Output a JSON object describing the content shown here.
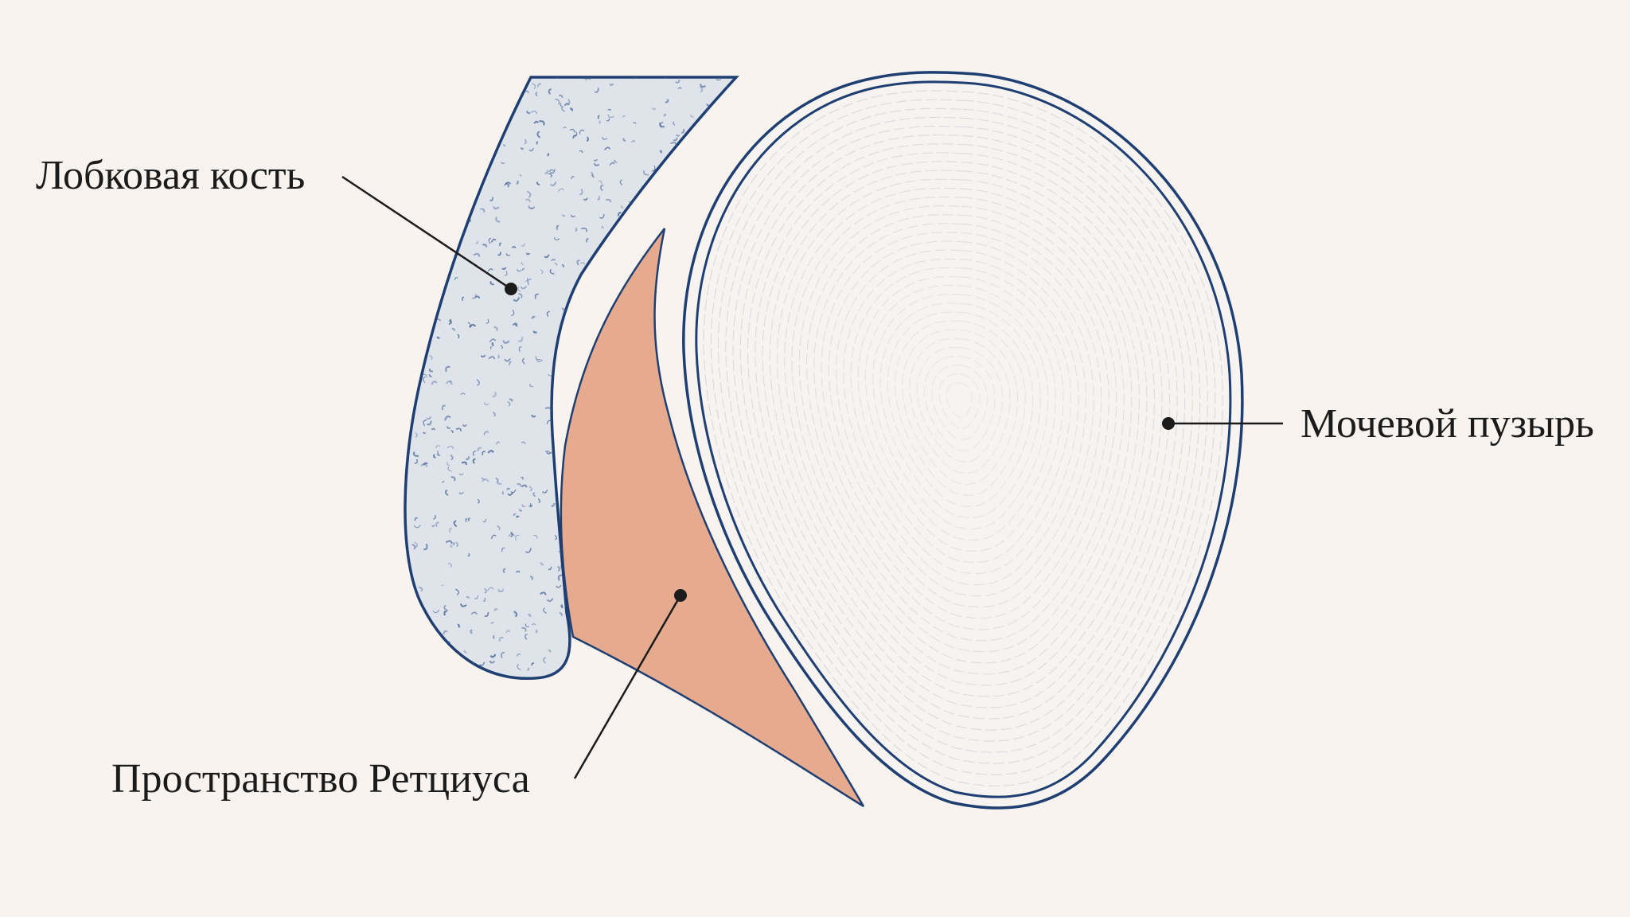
{
  "diagram": {
    "labels": {
      "pubic_bone": "Лобковая кость",
      "bladder": "Мочевой пузырь",
      "retzius_space": "Пространство Ретциуса"
    }
  },
  "colors": {
    "background": "#f8f3ee",
    "outline": "#1f3f72",
    "bone_fill": "#dfe3ea",
    "bone_texture": "#3f5f92",
    "retzius_fill": "#e6ab8f",
    "bladder_fill": "#f6f3f0",
    "bladder_lines": "#c9ccd6",
    "leader_line": "#1b1b1b"
  }
}
